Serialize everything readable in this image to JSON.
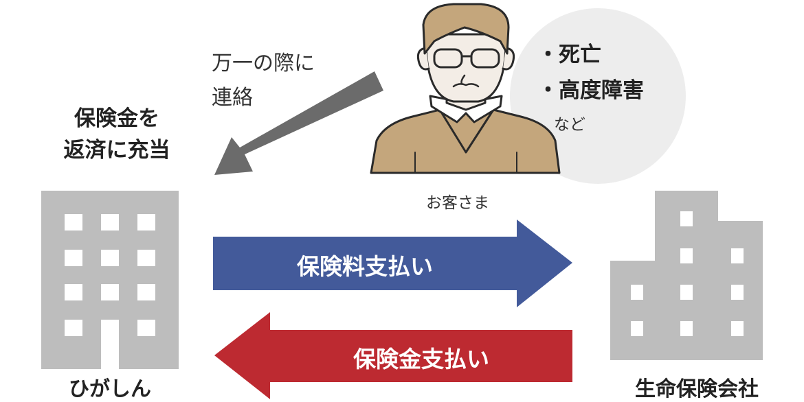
{
  "repay_label": [
    "保険金を",
    "返済に充当"
  ],
  "notify_label": [
    "万一の際に",
    "連絡"
  ],
  "events": {
    "items": [
      "死亡",
      "高度障害"
    ],
    "etc": "など"
  },
  "customer_label": "お客さま",
  "bank_label": "ひがしん",
  "insurer_label": "生命保険会社",
  "premium_arrow_label": "保険料支払い",
  "benefit_arrow_label": "保険金支払い",
  "colors": {
    "building": "#bdbdbd",
    "notify_arrow": "#6b6b6b",
    "premium_arrow": "#435a9a",
    "benefit_arrow": "#bd2a31",
    "bubble": "#ededed",
    "sweater": "#c4a67c",
    "skin": "#f3ede6",
    "hair": "#c4a67c"
  }
}
